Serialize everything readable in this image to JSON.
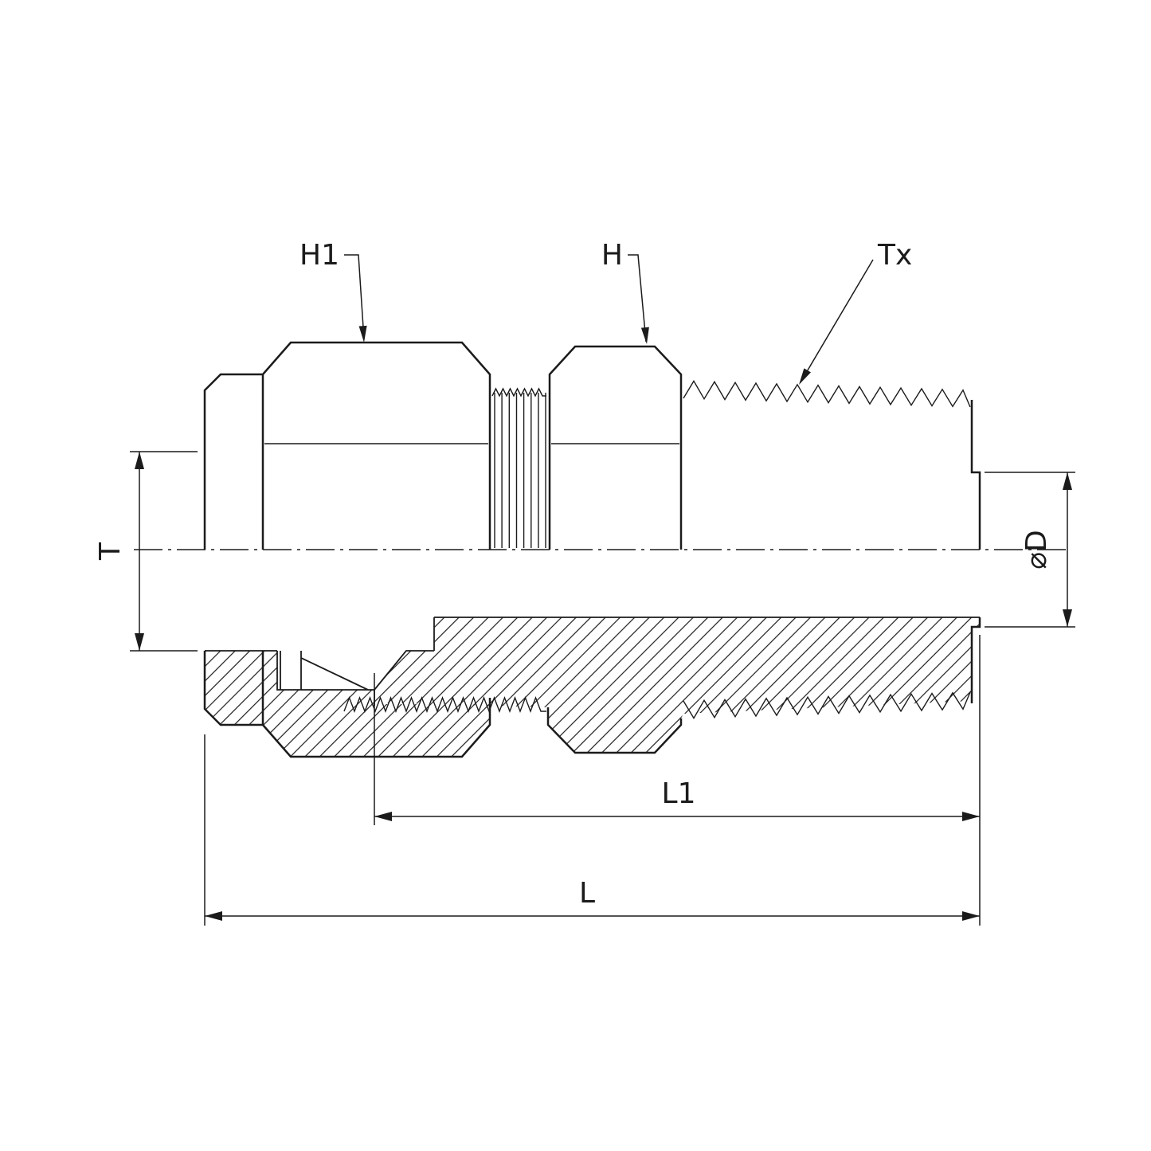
{
  "drawing": {
    "title": "compression-male-connector-fitting",
    "labels": {
      "h1": "H1",
      "h": "H",
      "tx": "Tx",
      "t": "T",
      "d": "⌀D",
      "l1": "L1",
      "l": "L"
    }
  },
  "colors": {
    "line": "#1b1b1b",
    "background": "#ffffff"
  }
}
